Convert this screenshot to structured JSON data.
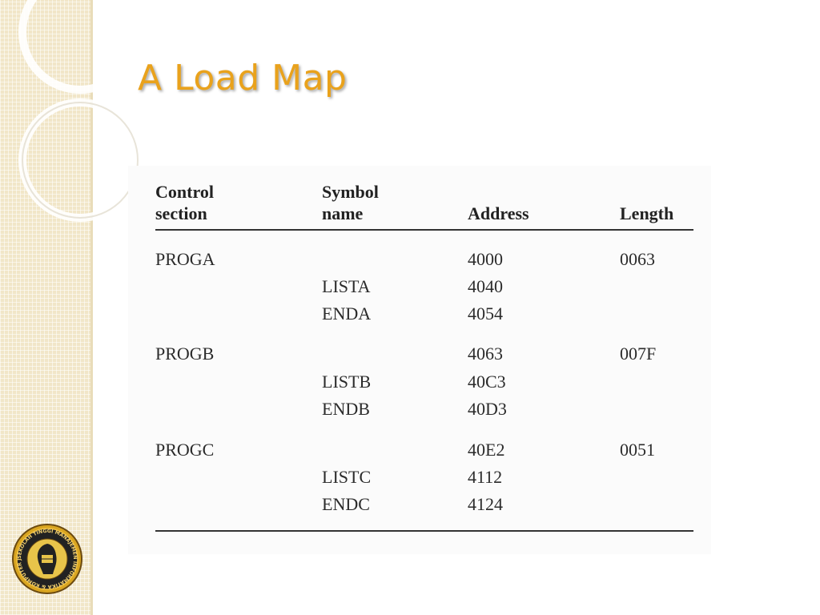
{
  "title": "A Load Map",
  "table": {
    "headers": {
      "control_section": [
        "Control",
        "section"
      ],
      "symbol_name": [
        "Symbol",
        "name"
      ],
      "address": "Address",
      "length": "Length"
    },
    "rows": [
      {
        "control_section": "PROGA",
        "symbol_name": "",
        "address": "4000",
        "length": "0063"
      },
      {
        "control_section": "",
        "symbol_name": "LISTA",
        "address": "4040",
        "length": ""
      },
      {
        "control_section": "",
        "symbol_name": "ENDA",
        "address": "4054",
        "length": ""
      },
      {
        "control_section": "PROGB",
        "symbol_name": "",
        "address": "4063",
        "length": "007F"
      },
      {
        "control_section": "",
        "symbol_name": "LISTB",
        "address": "40C3",
        "length": ""
      },
      {
        "control_section": "",
        "symbol_name": "ENDB",
        "address": "40D3",
        "length": ""
      },
      {
        "control_section": "PROGC",
        "symbol_name": "",
        "address": "40E2",
        "length": "0051"
      },
      {
        "control_section": "",
        "symbol_name": "LISTC",
        "address": "4112",
        "length": ""
      },
      {
        "control_section": "",
        "symbol_name": "ENDC",
        "address": "4124",
        "length": ""
      }
    ]
  },
  "seal_text": "SEKOLAH TINGGI MANAJEMEN INFORMATIKA & KOMPUTER JAKARTA STI&K",
  "colors": {
    "title": "#e9a21c",
    "side_strip": "#f1e6c8",
    "text": "#2b2b2b"
  }
}
